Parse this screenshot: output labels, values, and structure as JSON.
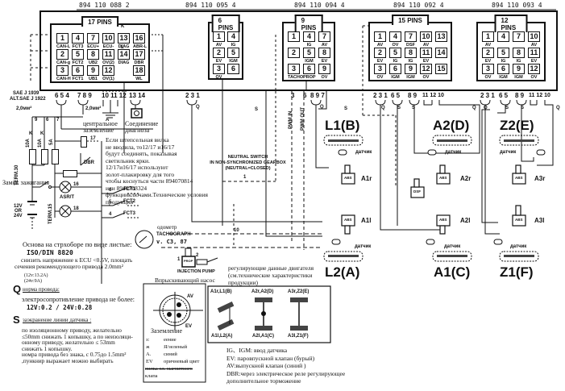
{
  "part_numbers": [
    "894 110 088 2",
    "894 110 095 4",
    "894 110 094 4",
    "894 110 092 4",
    "894 110 093 4"
  ],
  "connectors": [
    {
      "title": "17 PINS",
      "pins": [
        {
          "n": "1",
          "l": "CAN-L"
        },
        {
          "n": "4",
          "l": "FCT3"
        },
        {
          "n": "7",
          "l": "ECU+"
        },
        {
          "n": "10",
          "l": "ECU-"
        },
        {
          "n": "13",
          "l": "DIAG"
        },
        {
          "n": "16",
          "l": "ABR-L"
        },
        {
          "n": "2",
          "l": "CAN-g"
        },
        {
          "n": "5",
          "l": "FCT2"
        },
        {
          "n": "8",
          "l": "UB2"
        },
        {
          "n": "11",
          "l": "OV(2)"
        },
        {
          "n": "14",
          "l": "DIAG"
        },
        {
          "n": "17",
          "l": "DBR"
        },
        {
          "n": "3",
          "l": "CAN-H"
        },
        {
          "n": "6",
          "l": "FCT1"
        },
        {
          "n": "9",
          "l": "UB1"
        },
        {
          "n": "12",
          "l": "OV(1)"
        },
        {
          "n": "",
          "l": ""
        },
        {
          "n": "18",
          "l": "WL"
        }
      ],
      "k_label": "K",
      "l_label": "L"
    },
    {
      "title": "6 PINS",
      "pins": [
        {
          "n": "1",
          "l": "AV"
        },
        {
          "n": "4",
          "l": "IG"
        },
        {
          "n": "2",
          "l": "EV"
        },
        {
          "n": "5",
          "l": "IGM"
        },
        {
          "n": "3",
          "l": "OV"
        },
        {
          "n": "6",
          "l": ""
        }
      ]
    },
    {
      "title": "9 PINS",
      "pins": [
        {
          "n": "1",
          "l": ""
        },
        {
          "n": "4",
          "l": "IG"
        },
        {
          "n": "7",
          "l": "AV"
        },
        {
          "n": "2",
          "l": ""
        },
        {
          "n": "5",
          "l": "IGM"
        },
        {
          "n": "8",
          "l": "EV"
        },
        {
          "n": "3",
          "l": "TACHO"
        },
        {
          "n": "6",
          "l": "PROP"
        },
        {
          "n": "9",
          "l": "OV"
        }
      ]
    },
    {
      "title": "15 PINS",
      "pins": [
        {
          "n": "1",
          "l": "AV"
        },
        {
          "n": "4",
          "l": "OV"
        },
        {
          "n": "7",
          "l": "DSF"
        },
        {
          "n": "10",
          "l": "AV"
        },
        {
          "n": "13",
          "l": ""
        },
        {
          "n": "2",
          "l": "EV"
        },
        {
          "n": "5",
          "l": "IG"
        },
        {
          "n": "8",
          "l": "IG"
        },
        {
          "n": "11",
          "l": "EV"
        },
        {
          "n": "14",
          "l": ""
        },
        {
          "n": "3",
          "l": "OV"
        },
        {
          "n": "6",
          "l": "IGM"
        },
        {
          "n": "9",
          "l": "IGM"
        },
        {
          "n": "12",
          "l": "OV"
        },
        {
          "n": "15",
          "l": ""
        }
      ]
    },
    {
      "title": "12 PINS",
      "pins": [
        {
          "n": "1",
          "l": "AV"
        },
        {
          "n": "4",
          "l": ""
        },
        {
          "n": "7",
          "l": ""
        },
        {
          "n": "10",
          "l": "AV"
        },
        {
          "n": "2",
          "l": "EV"
        },
        {
          "n": "5",
          "l": "IG"
        },
        {
          "n": "8",
          "l": "IG"
        },
        {
          "n": "11",
          "l": "EV"
        },
        {
          "n": "3",
          "l": "OV"
        },
        {
          "n": "6",
          "l": "IGM"
        },
        {
          "n": "9",
          "l": "IGM"
        },
        {
          "n": "12",
          "l": "OV"
        }
      ]
    }
  ],
  "terminal_groups": {
    "g1": "6 5 4",
    "g2": "7 8 9",
    "g3": "10 11 12",
    "g4": "13 14",
    "g5": "2 3 1",
    "g6": "3",
    "g7": "6",
    "g8": "8 9 7",
    "g9": "2 3 1",
    "g10": "6 5",
    "g11": "8 9",
    "g12": "11 12 10",
    "g13": "2 3 1",
    "g14": "6 5",
    "g15": "8 9",
    "g16": "11 12 10"
  },
  "sae": {
    "line1": "SAE J 1939",
    "line2": "ALT.SAE J 1922"
  },
  "wire_sizes": {
    "left": "2,0мм²",
    "right": "2,0мм²"
  },
  "wire_nums": {
    "w9": "9",
    "w6": "6",
    "w7": "7",
    "w17": "17",
    "w16": "16",
    "w18": "18",
    "w10": "10",
    "w1": "1",
    "f6": "6",
    "f5": "5",
    "f4": "4"
  },
  "fuses": [
    "10A",
    "10A",
    "5A"
  ],
  "fuse_k": "K",
  "ground_label": "центральное заземление",
  "ground_a": "A",
  "diag_conn_label": "Соединение диагноза",
  "note_lines": [
    "Если штепсельная вилка",
    "не вводила, то12/17 и16/17",
    "будут соединять, показывая",
    "светильник ярки.",
    "12/17и16/17 используют",
    "золот-плакировку для того",
    "чтобы коснуться части 894070814",
    "или 8940708324",
    "функцииключами.Технические условия",
    "продукции"
  ],
  "dbr_label": "DBR",
  "asr_label": "ASR/T",
  "ignition_label": "Замок зажигания",
  "term30": "TERM.30",
  "term15": "TERM.15",
  "battery_label": [
    "12V",
    "OR",
    "24V"
  ],
  "fct": [
    "FCT1",
    "FCT2",
    "FCT3"
  ],
  "neutral_switch": [
    "NEUTRAL SWITCH",
    "IN NON-SYNCHRONIZED GEARBOX",
    "(NEUTRAL=CLOSED)"
  ],
  "pwm_in": "PWM IN",
  "pwm_out": "PWM OUT",
  "q_label": "Q",
  "s_label": "S",
  "tachograph": {
    "ru": "одометр",
    "en": "TACHOGRAPH",
    "ver": "v. C3, 87"
  },
  "injection_pump": {
    "en": "INJECTION PUMP",
    "ru": "Впрыскивающий насос",
    "prop": "PROP",
    "p1": "1",
    "p2": "2"
  },
  "basis_text": "Основа на стрхоборе по виде листые:",
  "iso": "ISO/DIN 8820",
  "basis_lines": [
    "снизить напряжение к ECU    <0.5V, площать",
    "сечения рекомендующего привода  2.0mm²"
  ],
  "currents": [
    "(12v:13.2A)",
    "(24v:9A)"
  ],
  "section_q": {
    "letter": "Q",
    "title": "норма провода:"
  },
  "resistance_line": "электросопротивление привода не более:",
  "resistance_vals": "12V:0.2      / 24V:0.28",
  "section_s": {
    "letter": "S",
    "title": "заэкранение линии датчика :"
  },
  "shield_lines": [
    "по изоляционному приводу, желательно",
    "≤50mm   снижать 1 копышку, а по неизоляци-",
    "онному приводу, желательно ≤ 53mm",
    "снижать 1 копышку.",
    "номра привода без знака, с 0.75до 1.5mm²",
    ",пункнир выражает можно выбирать"
  ],
  "valve_legend": {
    "title": "Заземление",
    "av": "AV",
    "ev": "EV",
    "rows": [
      {
        "k": "з:",
        "v": "еение"
      },
      {
        "k": "ж",
        "v": "Я/зеленый"
      },
      {
        "k": "A.",
        "v": "синий"
      },
      {
        "k": "EV",
        "v": "оричневый цвет"
      }
    ],
    "footer": [
      "вилка ол. магнитного",
      "клапа"
    ]
  },
  "engine_note": [
    "регулирующие данные двигателя",
    "(см.технические  характеристики",
    "продукции)"
  ],
  "pairing_box": {
    "top": [
      "A1r,L1(B)",
      "A2r,A2(D)",
      "A3r,Z2(E)"
    ],
    "bottom": [
      "A1l,L2(A)",
      "A2l,A1(C)",
      "A3l,Z1(F)"
    ]
  },
  "abbrev": [
    "IG、IGM: ввод датчика",
    "EV: паровпускной клапан     (бурый)",
    "AV:выпускной клапан     (синий )",
    "DBR:через  электрическое  реле  регулирующее",
    "дополнительное торможение"
  ],
  "axles": {
    "top": [
      "L1(B)",
      "A2(D)",
      "Z2(E)"
    ],
    "bottom": [
      "L2(A)",
      "A1(C)",
      "Z1(F)"
    ]
  },
  "sensor_label": "датчик",
  "abs_label": "ABS",
  "dsf_label": "DSF",
  "modulators": [
    "A1r",
    "A1l",
    "A2r",
    "A2l",
    "A3r",
    "A3l"
  ]
}
